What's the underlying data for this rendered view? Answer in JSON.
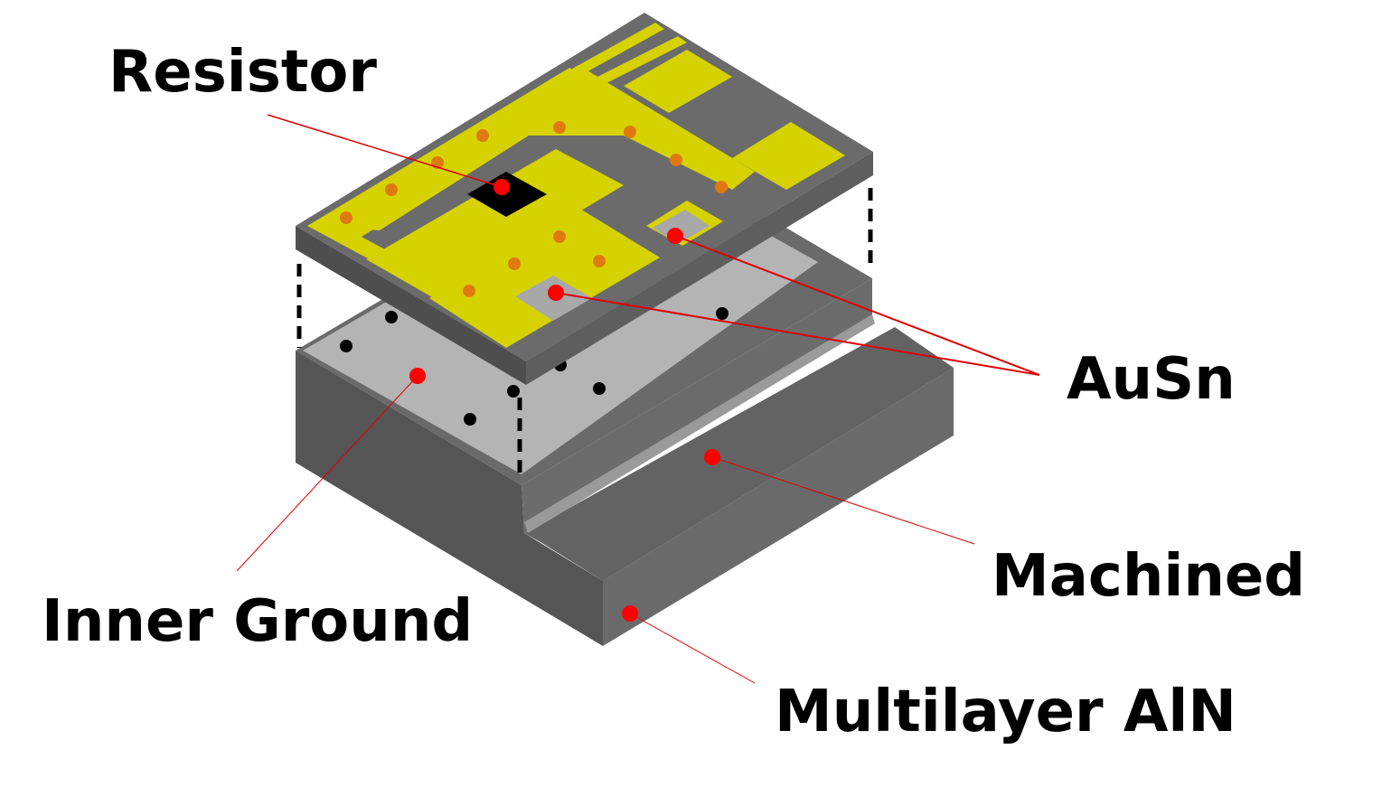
{
  "labels": {
    "resistor": "Resistor",
    "ausn": "AuSn",
    "machined": "Machined",
    "inner_ground": "Inner Ground",
    "multilayer_aln": "Multilayer AlN"
  },
  "colors": {
    "trace": "#d6d200",
    "plate": "#6b6b6b",
    "base_light": "#b4b4b4",
    "leader": "#e00000",
    "via": "#e07a10"
  }
}
